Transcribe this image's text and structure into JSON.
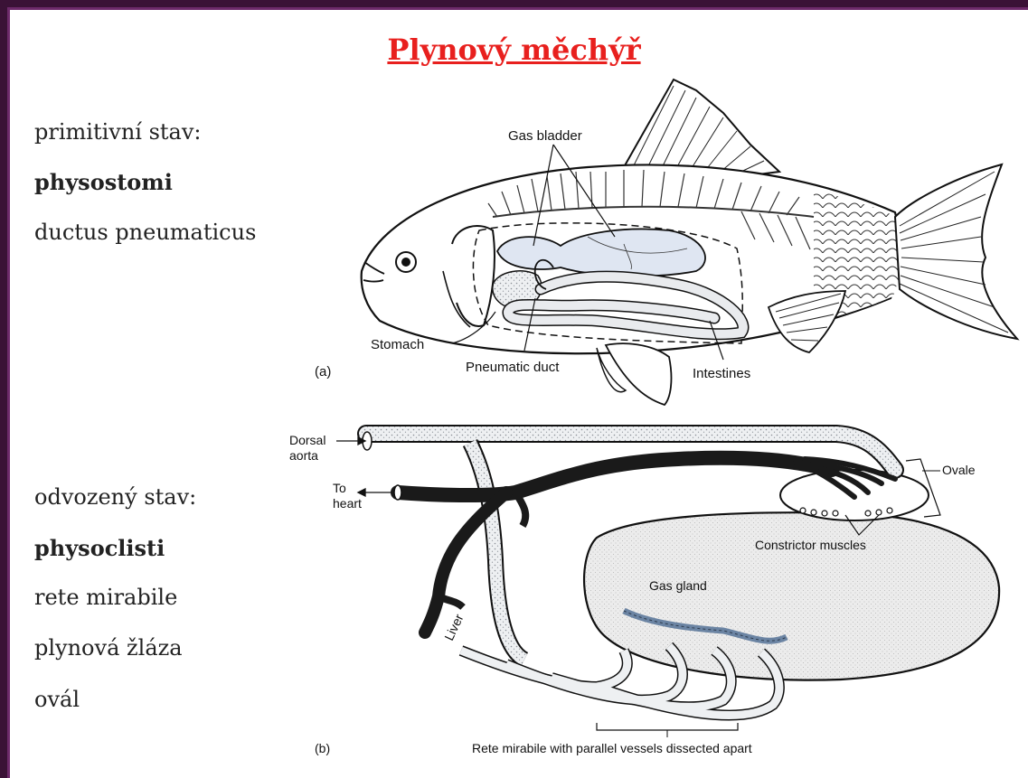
{
  "title": "Plynový měchýř",
  "left_text": {
    "line1": "primitivní stav:",
    "line2": "physostomi",
    "line3": "ductus pneumaticus",
    "line4": "odvozený stav:",
    "line5": "physoclisti",
    "line6": "rete mirabile",
    "line7": "plynová žláza",
    "line8": "ovál"
  },
  "figure_a": {
    "panel_label": "(a)",
    "gas_bladder": "Gas bladder",
    "stomach": "Stomach",
    "pneumatic_duct": "Pneumatic duct",
    "intestines": "Intestines"
  },
  "figure_b": {
    "panel_label": "(b)",
    "dorsal_aorta_1": "Dorsal",
    "dorsal_aorta_2": "aorta",
    "to_heart_1": "To",
    "to_heart_2": "heart",
    "ovale": "Ovale",
    "constrictor_muscles": "Constrictor muscles",
    "gas_gland": "Gas gland",
    "liver": "Liver",
    "rete_caption": "Rete mirabile with parallel vessels dissected apart"
  },
  "colors": {
    "title": "#e8201e",
    "frame": "#6d2a6a",
    "gas_bladder_fill": "#dfe6f2",
    "gas_gland": "#6b84a3",
    "vein": "#1a1a1a"
  }
}
